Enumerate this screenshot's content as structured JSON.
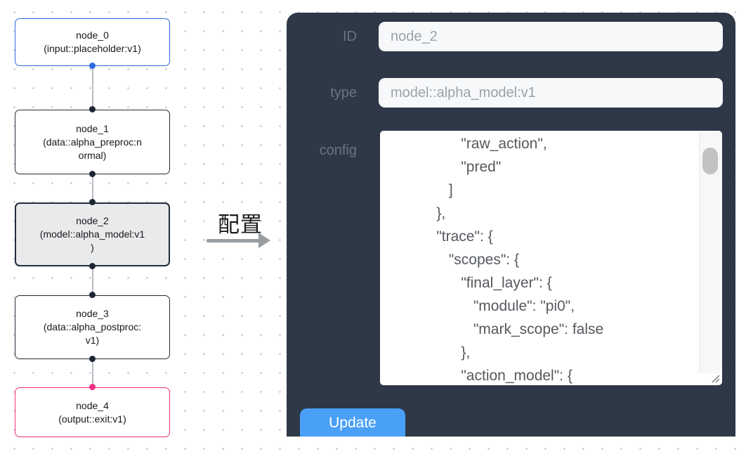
{
  "graph": {
    "nodes": [
      {
        "name": "node_0",
        "lines": [
          "node_0",
          "(input::placeholder:v1)"
        ],
        "state": "normal",
        "accent": "#2d6ae3"
      },
      {
        "name": "node_1",
        "lines": [
          "node_1",
          "(data::alpha_preproc:n",
          "ormal)"
        ],
        "state": "normal",
        "accent": "#232c3a"
      },
      {
        "name": "node_2",
        "lines": [
          "node_2",
          "(model::alpha_model:v1",
          ")"
        ],
        "state": "selected",
        "accent": "#232c3a"
      },
      {
        "name": "node_3",
        "lines": [
          "node_3",
          "(data::alpha_postproc:",
          "v1)"
        ],
        "state": "normal",
        "accent": "#232c3a"
      },
      {
        "name": "node_4",
        "lines": [
          "node_4",
          "(output::exit:v1)"
        ],
        "state": "normal",
        "accent": "#ee3180"
      }
    ],
    "colors": {
      "input_node_accent": "#2d6ae3",
      "default_node_border": "#232c3a",
      "selected_node_fill": "#e9eaeb",
      "output_node_accent": "#ee3180",
      "edge": "#b7bcc4"
    }
  },
  "transition": {
    "label": "配置"
  },
  "panel": {
    "fields": [
      {
        "label": "ID",
        "value": "node_2"
      },
      {
        "label": "type",
        "value": "model::alpha_model:v1"
      }
    ],
    "config": {
      "label": "config",
      "lines": [
        "                \"raw_action\",",
        "                \"pred\"",
        "             ]",
        "          },",
        "          \"trace\": {",
        "             \"scopes\": {",
        "                \"final_layer\": {",
        "                   \"module\": \"pi0\",",
        "                   \"mark_scope\": false",
        "                },",
        "                \"action_model\": {"
      ]
    },
    "update_label": "Update",
    "colors": {
      "panel_bg": "#2e3847",
      "field_bg": "#f7f8fa",
      "field_text": "#9aa1a9",
      "label_text": "#6b7380",
      "button_bg": "#4a9ff6",
      "button_text": "#ffffff",
      "config_text": "#55595e"
    }
  }
}
